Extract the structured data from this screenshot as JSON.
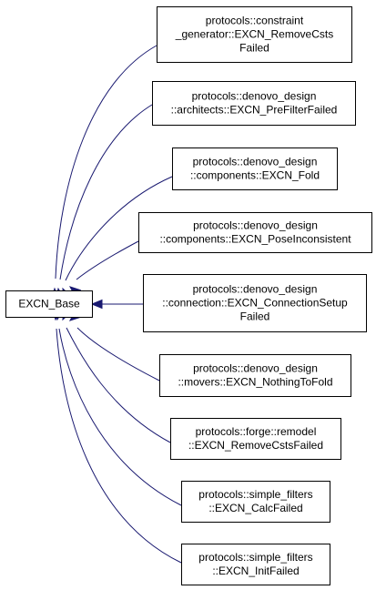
{
  "colors": {
    "edge": "#191970",
    "node_border": "#000000",
    "background": "#ffffff"
  },
  "base": {
    "id": "base",
    "lines": [
      "EXCN_Base"
    ]
  },
  "derived": [
    {
      "id": "n1",
      "lines": [
        "protocols::constraint",
        "_generator::EXCN_RemoveCsts",
        "Failed"
      ]
    },
    {
      "id": "n2",
      "lines": [
        "protocols::denovo_design",
        "::architects::EXCN_PreFilterFailed"
      ]
    },
    {
      "id": "n3",
      "lines": [
        "protocols::denovo_design",
        "::components::EXCN_Fold"
      ]
    },
    {
      "id": "n4",
      "lines": [
        "protocols::denovo_design",
        "::components::EXCN_PoseInconsistent"
      ]
    },
    {
      "id": "n5",
      "lines": [
        "protocols::denovo_design",
        "::connection::EXCN_ConnectionSetup",
        "Failed"
      ]
    },
    {
      "id": "n6",
      "lines": [
        "protocols::denovo_design",
        "::movers::EXCN_NothingToFold"
      ]
    },
    {
      "id": "n7",
      "lines": [
        "protocols::forge::remodel",
        "::EXCN_RemoveCstsFailed"
      ]
    },
    {
      "id": "n8",
      "lines": [
        "protocols::simple_filters",
        "::EXCN_CalcFailed"
      ]
    },
    {
      "id": "n9",
      "lines": [
        "protocols::simple_filters",
        "::EXCN_InitFailed"
      ]
    }
  ]
}
